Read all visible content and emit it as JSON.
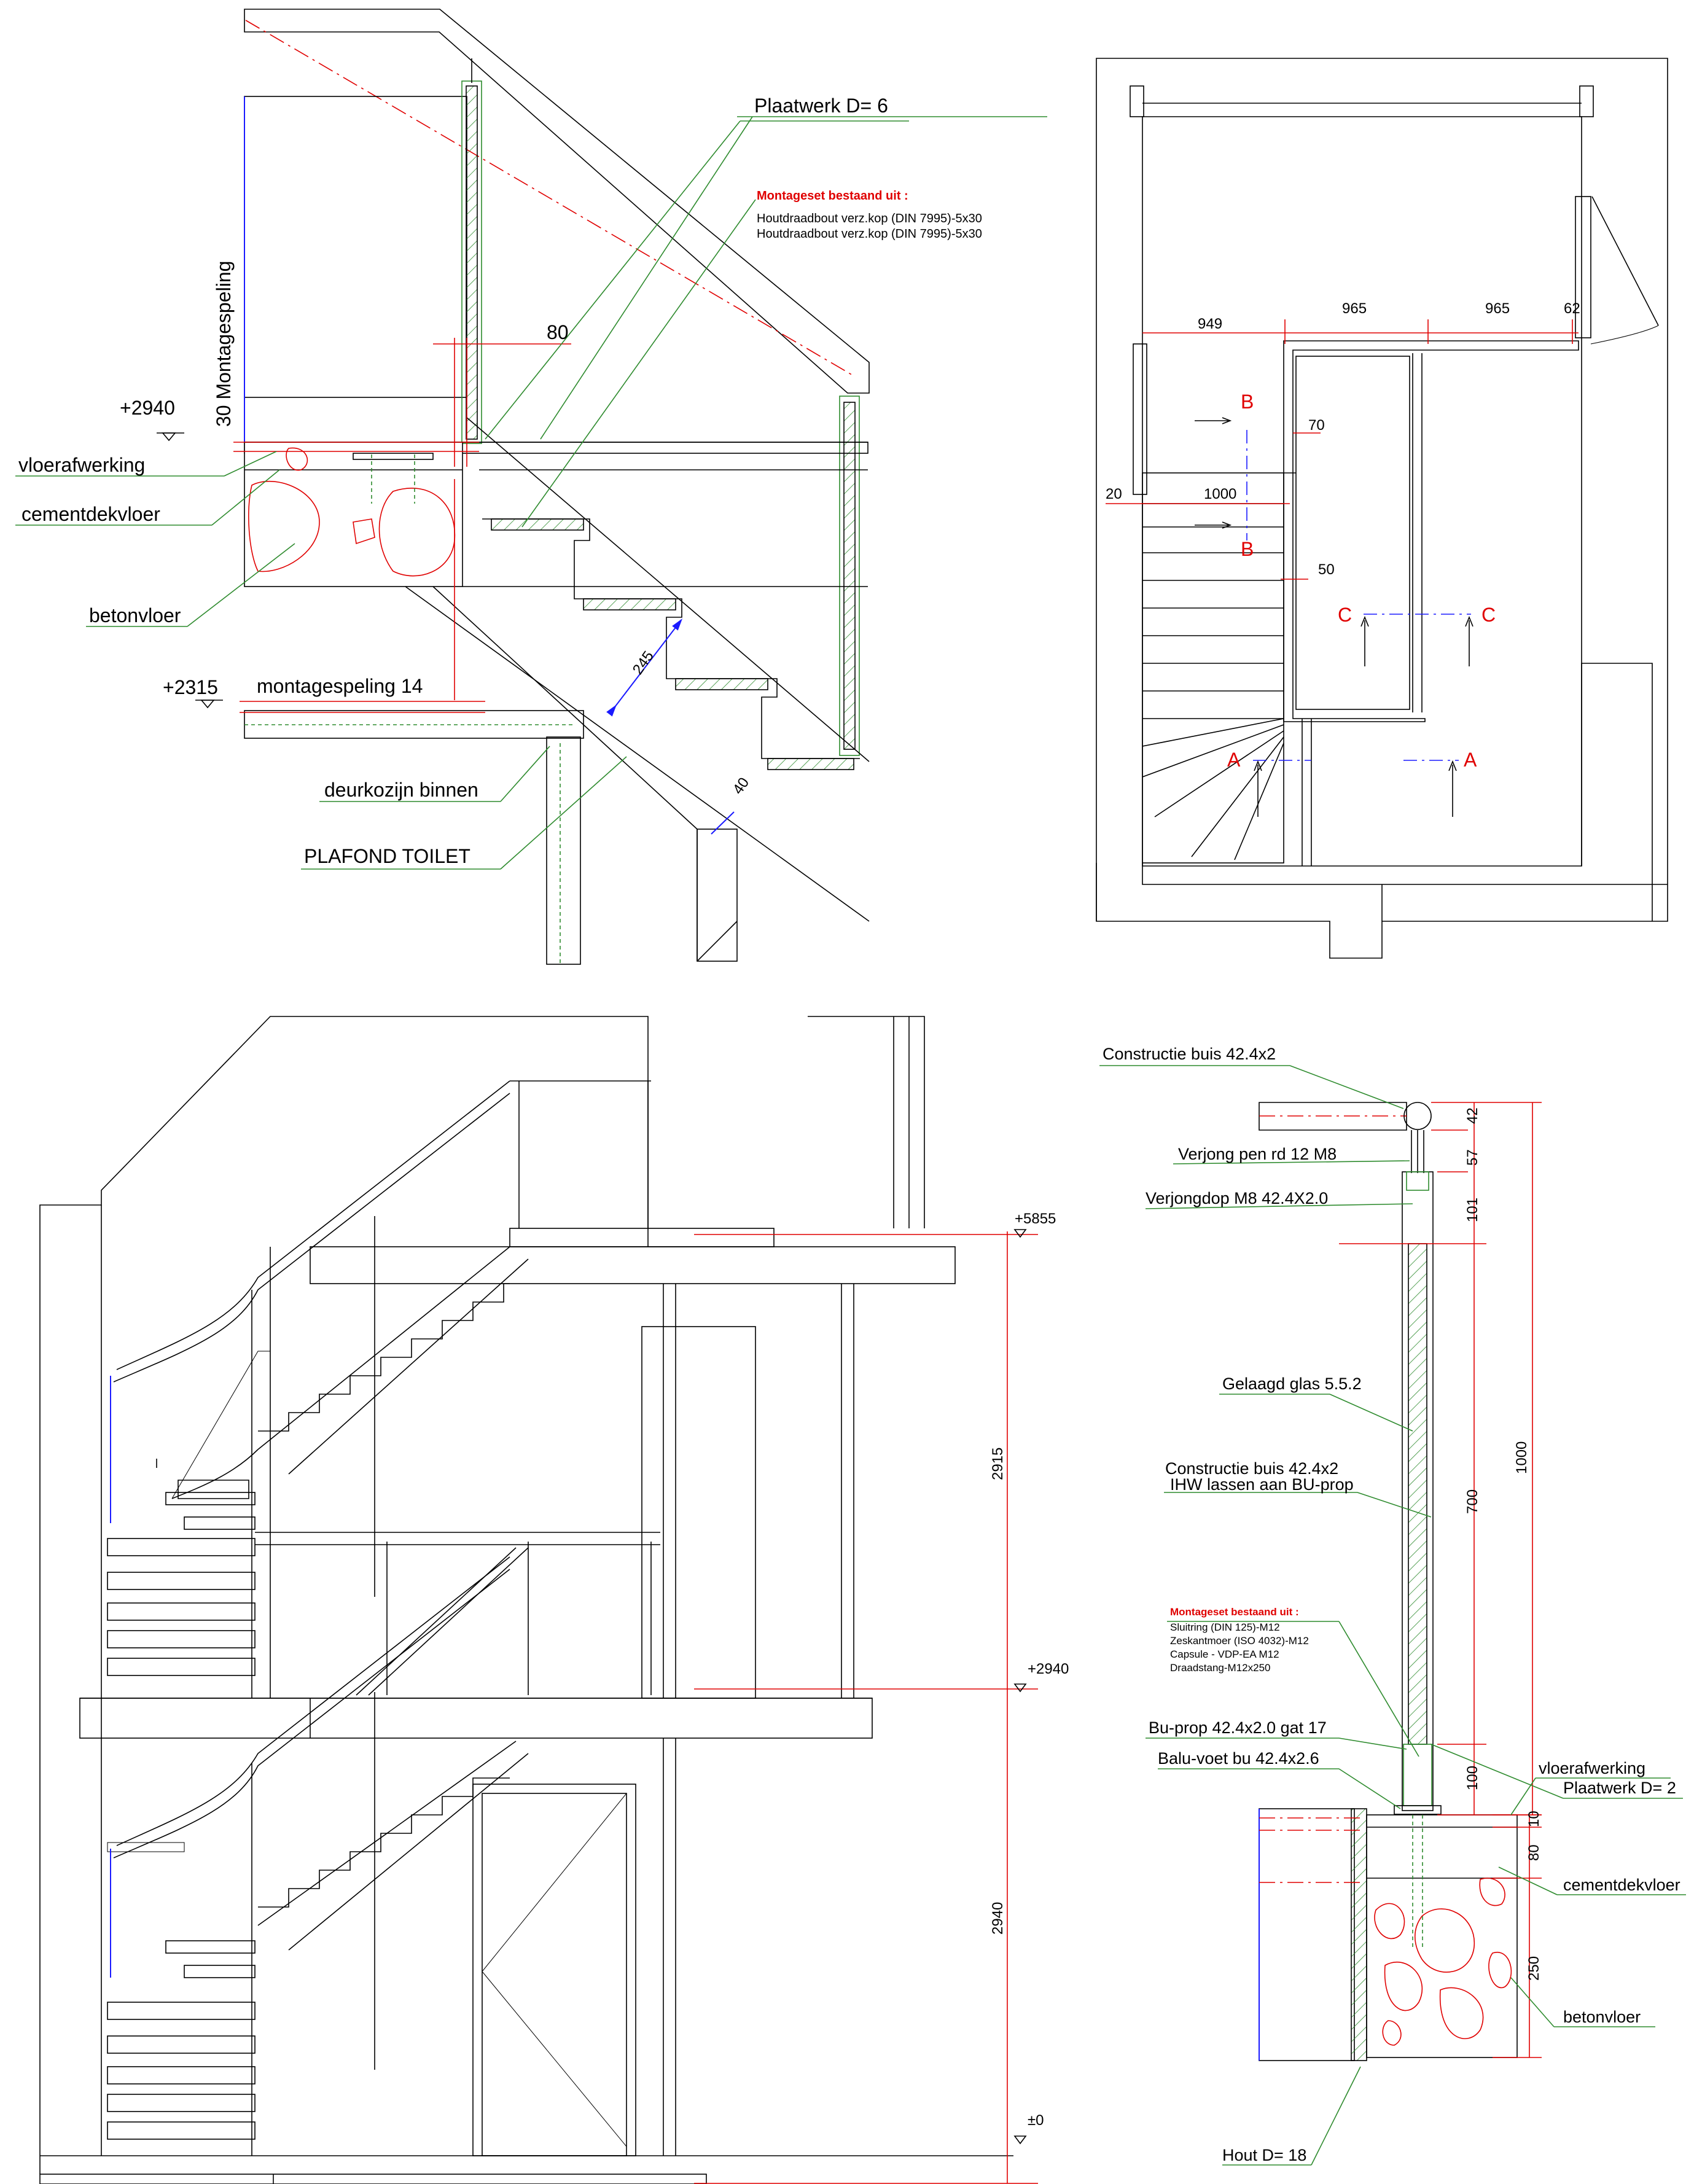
{
  "detail_top_left": {
    "plate_label": "Plaatwerk D= 6",
    "montageset_title": "Montageset bestaand uit :",
    "montageset_items": [
      "Houtdraadbout verz.kop (DIN 7995)-5x30",
      "Houtdraadbout verz.kop (DIN 7995)-5x30"
    ],
    "vertical_label": "30 Montagespeling",
    "dim_80": "80",
    "level_upper": "+2940",
    "level_lower": "+2315",
    "floor_finish": "vloerafwerking",
    "cement_screed": "cementdekvloer",
    "concrete_floor": "betonvloer",
    "assembly_gap": "montagespeling 14",
    "door_frame": "deurkozijn binnen",
    "ceiling": "PLAFOND TOILET",
    "dim_245": "245",
    "dim_40": "40"
  },
  "plan_top_right": {
    "dim_949": "949",
    "dim_965_a": "965",
    "dim_965_b": "965",
    "dim_62": "62",
    "dim_70": "70",
    "dim_20": "20",
    "dim_1000": "1000",
    "dim_50": "50",
    "section_b": "B",
    "section_c": "C",
    "section_a": "A"
  },
  "elevation_bottom_left": {
    "level_top": "+5855",
    "level_mid": "+2940",
    "level_base": "±0",
    "dim_upper": "2915",
    "dim_lower": "2940"
  },
  "detail_bottom_right": {
    "tube_top": "Constructie buis 42.4x2",
    "pin": "Verjong pen rd 12 M8",
    "cap": "Verjongdop M8 42.4X2.0",
    "glass": "Gelaagd glas 5.5.2",
    "tube_line1": "Constructie buis 42.4x2",
    "tube_line2": "IHW lassen aan BU-prop",
    "montageset_title": "Montageset bestaand uit :",
    "montageset_items": [
      "Sluitring (DIN 125)-M12",
      "Zeskantmoer (ISO 4032)-M12",
      "Capsule - VDP-EA M12",
      "Draadstang-M12x250"
    ],
    "plate": "Plaatwerk D= 2",
    "bu_prop": "Bu-prop 42.4x2.0 gat 17",
    "balu_foot": "Balu-voet bu 42.4x2.6",
    "floor_finish": "vloerafwerking",
    "cement_screed": "cementdekvloer",
    "concrete_floor": "betonvloer",
    "wood": "Hout D= 18",
    "dims": [
      "42",
      "57",
      "101",
      "700",
      "1000",
      "100",
      "10",
      "80",
      "250"
    ]
  }
}
